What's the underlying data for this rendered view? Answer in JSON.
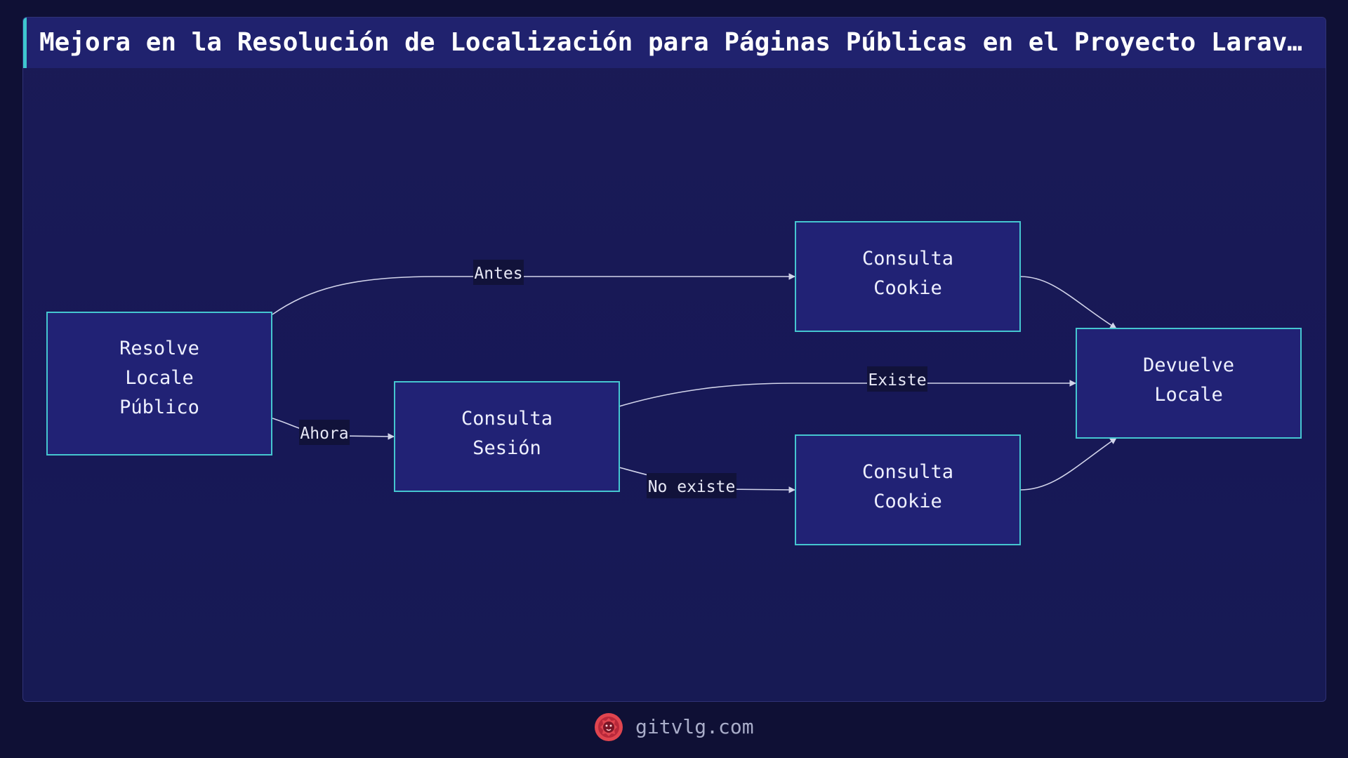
{
  "header": {
    "title": "Mejora en la Resolución de Localización para Páginas Públicas en el Proyecto Laravel"
  },
  "diagram": {
    "nodes": {
      "resolve": [
        "Resolve",
        "Locale",
        "Público"
      ],
      "cookie_top": [
        "Consulta",
        "Cookie"
      ],
      "sesion": [
        "Consulta",
        "Sesión"
      ],
      "devuelve": [
        "Devuelve",
        "Locale"
      ],
      "cookie_bottom": [
        "Consulta",
        "Cookie"
      ]
    },
    "edges": {
      "antes": "Antes",
      "ahora": "Ahora",
      "existe": "Existe",
      "no_existe": "No existe"
    }
  },
  "footer": {
    "site": "gitvlg.com",
    "logo_icon": "lion-head-icon"
  },
  "colors": {
    "accent": "#3ec6cf",
    "node_fill": "#212275",
    "node_border": "#45c6d0",
    "logo": "#e0454f"
  }
}
